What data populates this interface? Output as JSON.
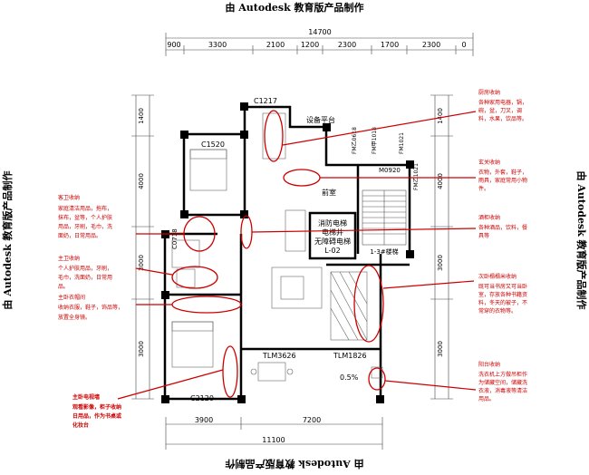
{
  "watermark": {
    "text": "由 Autodesk 教育版产品制作"
  },
  "dimensions": {
    "top_total": "14700",
    "top_segments": [
      "900",
      "3300",
      "2100",
      "1200",
      "2300",
      "1700",
      "2300",
      "0"
    ],
    "bottom_segments": [
      "3900",
      "7200"
    ],
    "bottom_total": "11100",
    "left_segments": [
      "1400",
      "4000",
      "3000",
      "3000"
    ],
    "right_segments": [
      "1400",
      "4000",
      "3000",
      "3000"
    ]
  },
  "plan_labels": {
    "c1217": "C1217",
    "c1520": "C1520",
    "c0718": "C0718",
    "c2120": "C2120",
    "equipment_platform": "设备平台",
    "front_room": "前室",
    "fire_elevator": "消防电梯",
    "elevator_shaft": "电梯井",
    "accessible_elevator": "无障碍电梯",
    "elevator_code": "L-02",
    "stair": "1-3#楼梯",
    "fm0618": "FM乙0618",
    "fm1018": "FM甲1018",
    "fm1021": "FM1021",
    "fm1021b": "FM乙1021",
    "m0920": "M0920",
    "tlm3626": "TLM3626",
    "tlm1826": "TLM1826",
    "slope": "0.5%"
  },
  "annotations": {
    "kitchen": {
      "title": "厨房收纳",
      "lines": [
        "各种家用电器，锅，",
        "碗，盆，刀叉，调",
        "料，水果，饮品等。"
      ]
    },
    "entry": {
      "title": "玄关收纳",
      "lines": [
        "衣物，外套，鞋子，",
        "雨具，家庭常用小物",
        "件。"
      ]
    },
    "wine": {
      "title": "酒柜收纳",
      "lines": [
        "各种酒品，饮料，餐",
        "具等"
      ]
    },
    "second_bedroom": {
      "title": "次卧榻榻米收纳",
      "lines": [
        "既可当书房又可当卧",
        "室，存放各种书籍资",
        "料，冬天的被子，不",
        "常穿的衣物等。"
      ]
    },
    "balcony": {
      "title": "阳台收纳",
      "lines": [
        "洗衣机上方做吊柜作",
        "为储藏空间，储藏洗",
        "衣液，消毒液等清洁",
        "用品。"
      ]
    },
    "guest_bath": {
      "title": "客卫收纳",
      "lines": [
        "家庭清洁用品，拖布，",
        "抹布，盆等，个人护肤",
        "用品，牙刷，毛巾，洗",
        "面奶，日常用品。"
      ]
    },
    "master_bath": {
      "title": "主卫收纳",
      "lines": [
        "个人护肤用品，牙刷，",
        "毛巾，洗面奶，日常用",
        "品。"
      ]
    },
    "master_closet": {
      "title": "主卧衣帽间",
      "lines": [
        "收纳衣服，鞋子，饰品等，",
        "放置全身镜。"
      ]
    },
    "tv_cabinet": {
      "title": "主卧电视墙",
      "lines": [
        "观看影像，柜子收纳",
        "日用品，作为书桌或",
        "化妆台"
      ]
    }
  }
}
